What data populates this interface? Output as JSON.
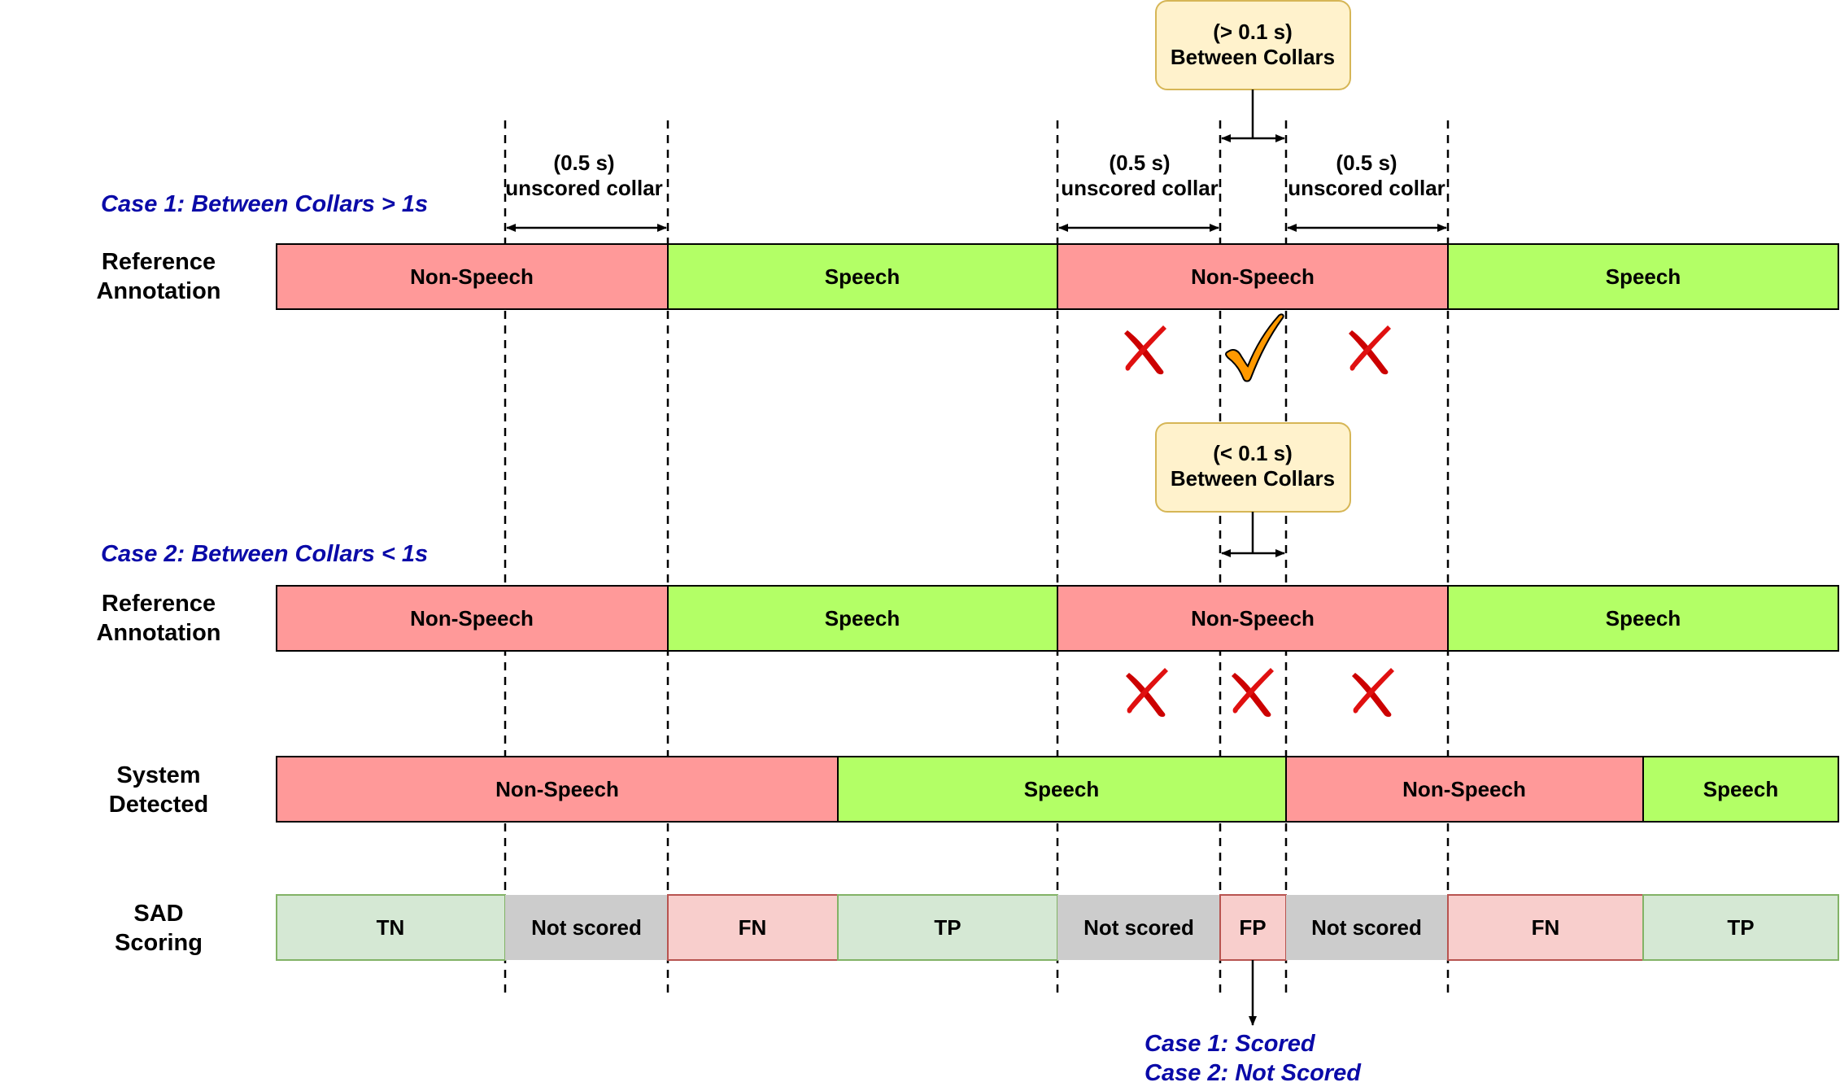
{
  "colors": {
    "nonspeech_fill": "#ff9999",
    "speech_fill": "#b3ff66",
    "tn_tp_fill": "#d5e8d4",
    "tn_tp_stroke": "#82b366",
    "fn_fp_fill": "#f8cecc",
    "fn_fp_stroke": "#b85450",
    "not_scored_fill": "#cccccc",
    "callout_fill": "#fff2cc",
    "callout_stroke": "#d6b656",
    "case_text": "#0a0aa8",
    "cross": "#cc0000",
    "check": "#ff9900"
  },
  "callouts": {
    "top": {
      "line1": "(> 0.1 s)",
      "line2": "Between Collars"
    },
    "middle": {
      "line1": "(< 0.1 s)",
      "line2": "Between Collars"
    }
  },
  "collars": {
    "left": {
      "line1": "(0.5 s)",
      "line2": "unscored collar"
    },
    "mid": {
      "line1": "(0.5 s)",
      "line2": "unscored collar"
    },
    "right": {
      "line1": "(0.5 s)",
      "line2": "unscored collar"
    }
  },
  "case1": {
    "title": "Case 1: Between Collars > 1s"
  },
  "case2": {
    "title": "Case 2: Between Collars < 1s"
  },
  "rows": {
    "ref1": {
      "label_line1": "Reference",
      "label_line2": "Annotation",
      "segments": [
        "Non-Speech",
        "Speech",
        "Non-Speech",
        "Speech"
      ]
    },
    "ref2": {
      "label_line1": "Reference",
      "label_line2": "Annotation",
      "segments": [
        "Non-Speech",
        "Speech",
        "Non-Speech",
        "Speech"
      ]
    },
    "system": {
      "label_line1": "System",
      "label_line2": "Detected",
      "segments": [
        "Non-Speech",
        "Speech",
        "Non-Speech",
        "Speech"
      ]
    },
    "scoring": {
      "label_line1": "SAD",
      "label_line2": "Scoring",
      "segments": [
        "TN",
        "Not scored",
        "FN",
        "TP",
        "Not scored",
        "FP",
        "Not scored",
        "FN",
        "TP"
      ]
    }
  },
  "marks": {
    "case1": [
      "cross-icon",
      "check-icon",
      "cross-icon"
    ],
    "case2": [
      "cross-icon",
      "cross-icon",
      "cross-icon"
    ]
  },
  "outcome": {
    "line1": "Case 1: Scored",
    "line2": "Case 2: Not Scored"
  }
}
